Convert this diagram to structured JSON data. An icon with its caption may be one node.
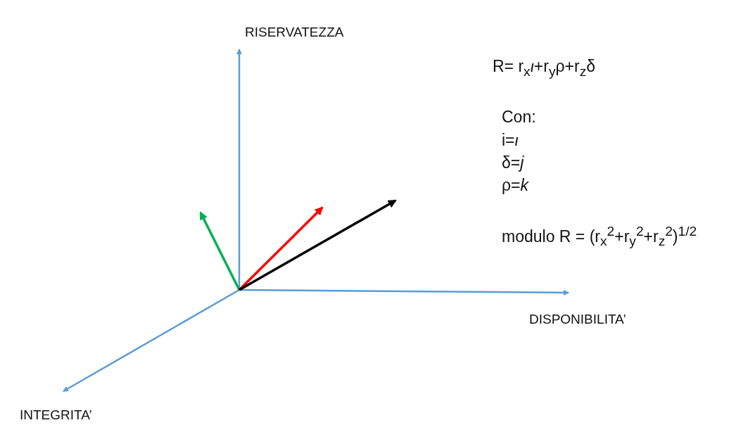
{
  "diagram": {
    "labels": [
      "RISERVATEZZA",
      "R= r$_{x}$*ι*+r$_{y}$ρ+r$_{z}$δ",
      "Con:",
      "i=*ι*",
      "δ=*j*",
      "ρ=*k*",
      "modulo R = (r$_{x}$$^{2}$+r$_{y}$$^{2}$+r$_{z}$$^{2}$)$^{1/2}$",
      "DISPONIBILITA’",
      "INTEGRITA’"
    ]
  }
}
